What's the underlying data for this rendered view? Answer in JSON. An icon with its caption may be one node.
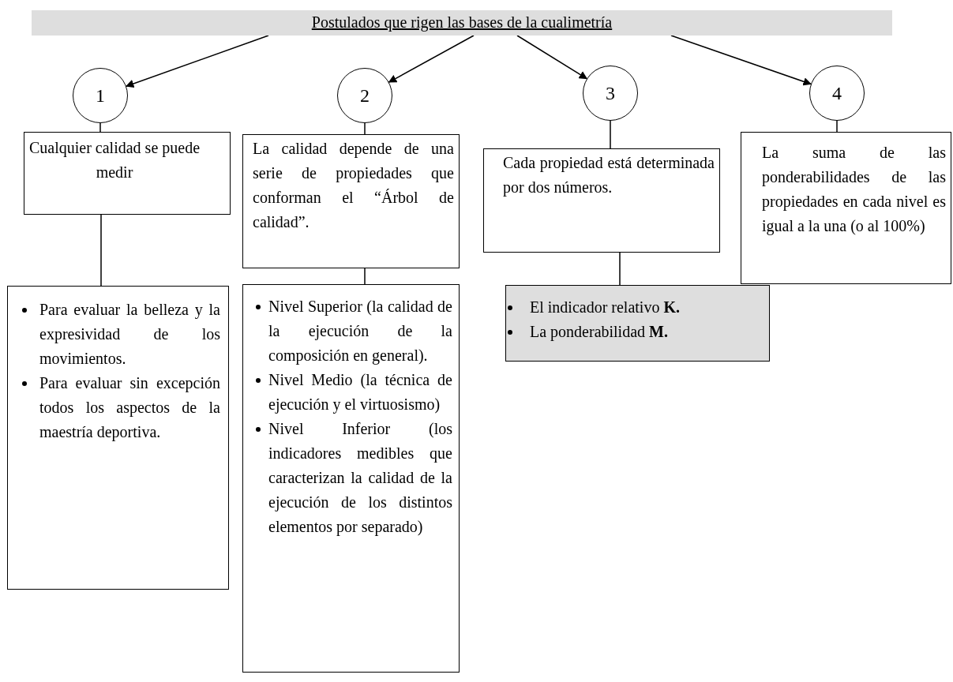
{
  "diagram": {
    "nodes": [
      {
        "text": [
          "Postulados que rigen las bases de la cualimetría"
        ]
      },
      {
        "text": [
          "1"
        ]
      },
      {
        "text": [
          "2"
        ]
      },
      {
        "text": [
          "3"
        ]
      },
      {
        "text": [
          "4"
        ]
      },
      {
        "text": [
          "Cualquier calidad se puede medir"
        ]
      },
      {
        "text": [
          "La calidad depende de una serie de propiedades que conforman el “Árbol de calidad”."
        ]
      },
      {
        "text": [
          "Cada propiedad está determinada por dos números."
        ]
      },
      {
        "text": [
          "La suma de las ponderabilidades de las propiedades en cada nivel es igual a la una (o al 100%)"
        ]
      },
      {
        "text": [
          "Para evaluar la belleza y la expresividad de los movimientos.",
          "Para evaluar sin excepción todos los aspectos de la maestría deportiva."
        ]
      },
      {
        "text": [
          "Nivel Superior (la calidad de la ejecución de la composición en general).",
          "Nivel Medio (la técnica de ejecución y el virtuosismo)",
          "Nivel Inferior (los indicadores medibles que caracterizan la calidad de la ejecución de los distintos elementos por separado)"
        ]
      },
      {
        "text": [
          "El indicador relativo **K.**",
          "La ponderabilidad **M.**"
        ]
      }
    ],
    "edges": [
      {
        "from": 0,
        "to": 1,
        "arrow": "to"
      },
      {
        "from": 0,
        "to": 2,
        "arrow": "to"
      },
      {
        "from": 0,
        "to": 3,
        "arrow": "to"
      },
      {
        "from": 0,
        "to": 4,
        "arrow": "to"
      },
      {
        "from": 1,
        "to": 5,
        "arrow": "none"
      },
      {
        "from": 2,
        "to": 6,
        "arrow": "none"
      },
      {
        "from": 3,
        "to": 7,
        "arrow": "none"
      },
      {
        "from": 4,
        "to": 8,
        "arrow": "none"
      },
      {
        "from": 5,
        "to": 9,
        "arrow": "none"
      },
      {
        "from": 6,
        "to": 10,
        "arrow": "none"
      },
      {
        "from": 7,
        "to": 11,
        "arrow": "none"
      }
    ]
  }
}
